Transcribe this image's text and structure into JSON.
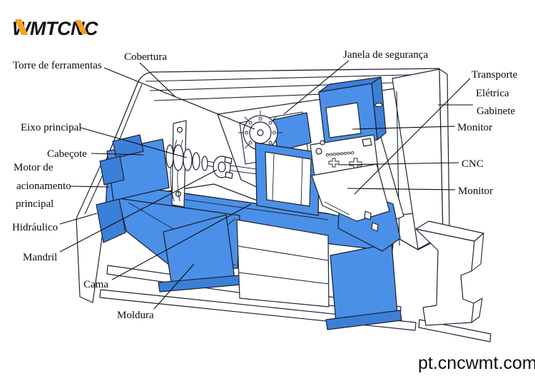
{
  "page": {
    "logo": {
      "text": "WMTCNC"
    },
    "watermark_url": "pt.cncwmt.com"
  },
  "colors": {
    "machine_blue": "#4b90e8",
    "machine_blue_dark": "#3c7fd8",
    "line_ink": "#1e2433",
    "logo_accent_orange": "#F6A21D",
    "label_text": "#0b0b0b",
    "background": "#ffffff"
  },
  "diagram": {
    "labels": [
      {
        "id": "cobertura",
        "text": "Cobertura"
      },
      {
        "id": "torre-de-ferramentas",
        "text": "Torre de ferramentas"
      },
      {
        "id": "janela-de-seguranca",
        "text": "Janela de segurança"
      },
      {
        "id": "transporte",
        "text": "Transporte"
      },
      {
        "id": "eletrica",
        "text": "Elétrica"
      },
      {
        "id": "gabinete",
        "text": "Gabinete"
      },
      {
        "id": "monitor-superior",
        "text": "Monitor"
      },
      {
        "id": "cnc",
        "text": "CNC"
      },
      {
        "id": "monitor-inferior",
        "text": "Monitor"
      },
      {
        "id": "eixo-principal",
        "text": "Eixo principal"
      },
      {
        "id": "cabecote",
        "text": "Cabeçote"
      },
      {
        "id": "motor-linha-1",
        "text": "Motor de"
      },
      {
        "id": "motor-linha-2",
        "text": "acionamento"
      },
      {
        "id": "motor-linha-3",
        "text": "principal"
      },
      {
        "id": "hidraulico",
        "text": "Hidráulico"
      },
      {
        "id": "mandril",
        "text": "Mandril"
      },
      {
        "id": "cama",
        "text": "Cama"
      },
      {
        "id": "moldura",
        "text": "Moldura"
      }
    ]
  }
}
